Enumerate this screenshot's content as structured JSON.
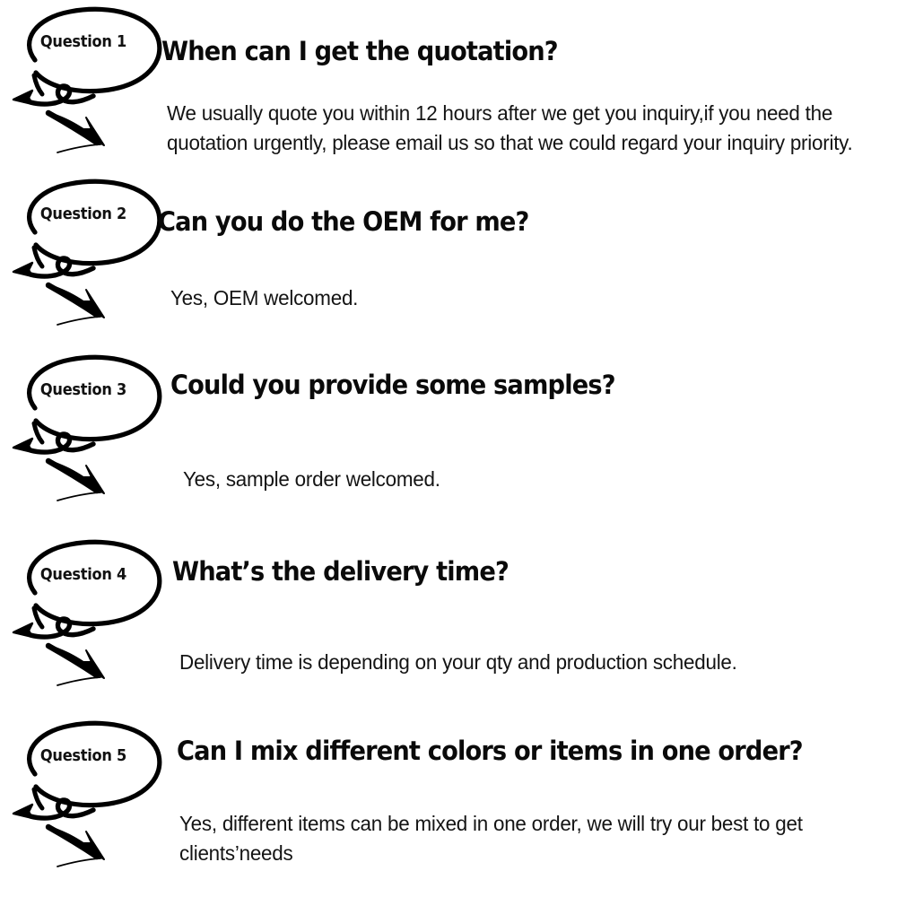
{
  "page": {
    "kind": "faq-list",
    "background_color": "#ffffff",
    "text_color": "#0a0a0a",
    "ink_color": "#000000"
  },
  "faq": {
    "items": [
      {
        "badge": "Question 1",
        "question": "When can I get the quotation?",
        "answer": "We usually quote you within 12 hours after we get you inquiry,if you need the quotation urgently, please email us so that we could regard your inquiry priority."
      },
      {
        "badge": "Question 2",
        "question": "Can you do the OEM for me?",
        "answer": "Yes, OEM welcomed."
      },
      {
        "badge": "Question 3",
        "question": "Could you provide some samples?",
        "answer": "Yes, sample order welcomed."
      },
      {
        "badge": "Question 4",
        "question": "What’s the delivery time?",
        "answer": "Delivery time is depending on your qty and production schedule."
      },
      {
        "badge": "Question 5",
        "question": "Can I mix different colors or items in one order?",
        "answer": "Yes, different items can be mixed in one order, we will try our best to get clients’needs"
      }
    ]
  }
}
